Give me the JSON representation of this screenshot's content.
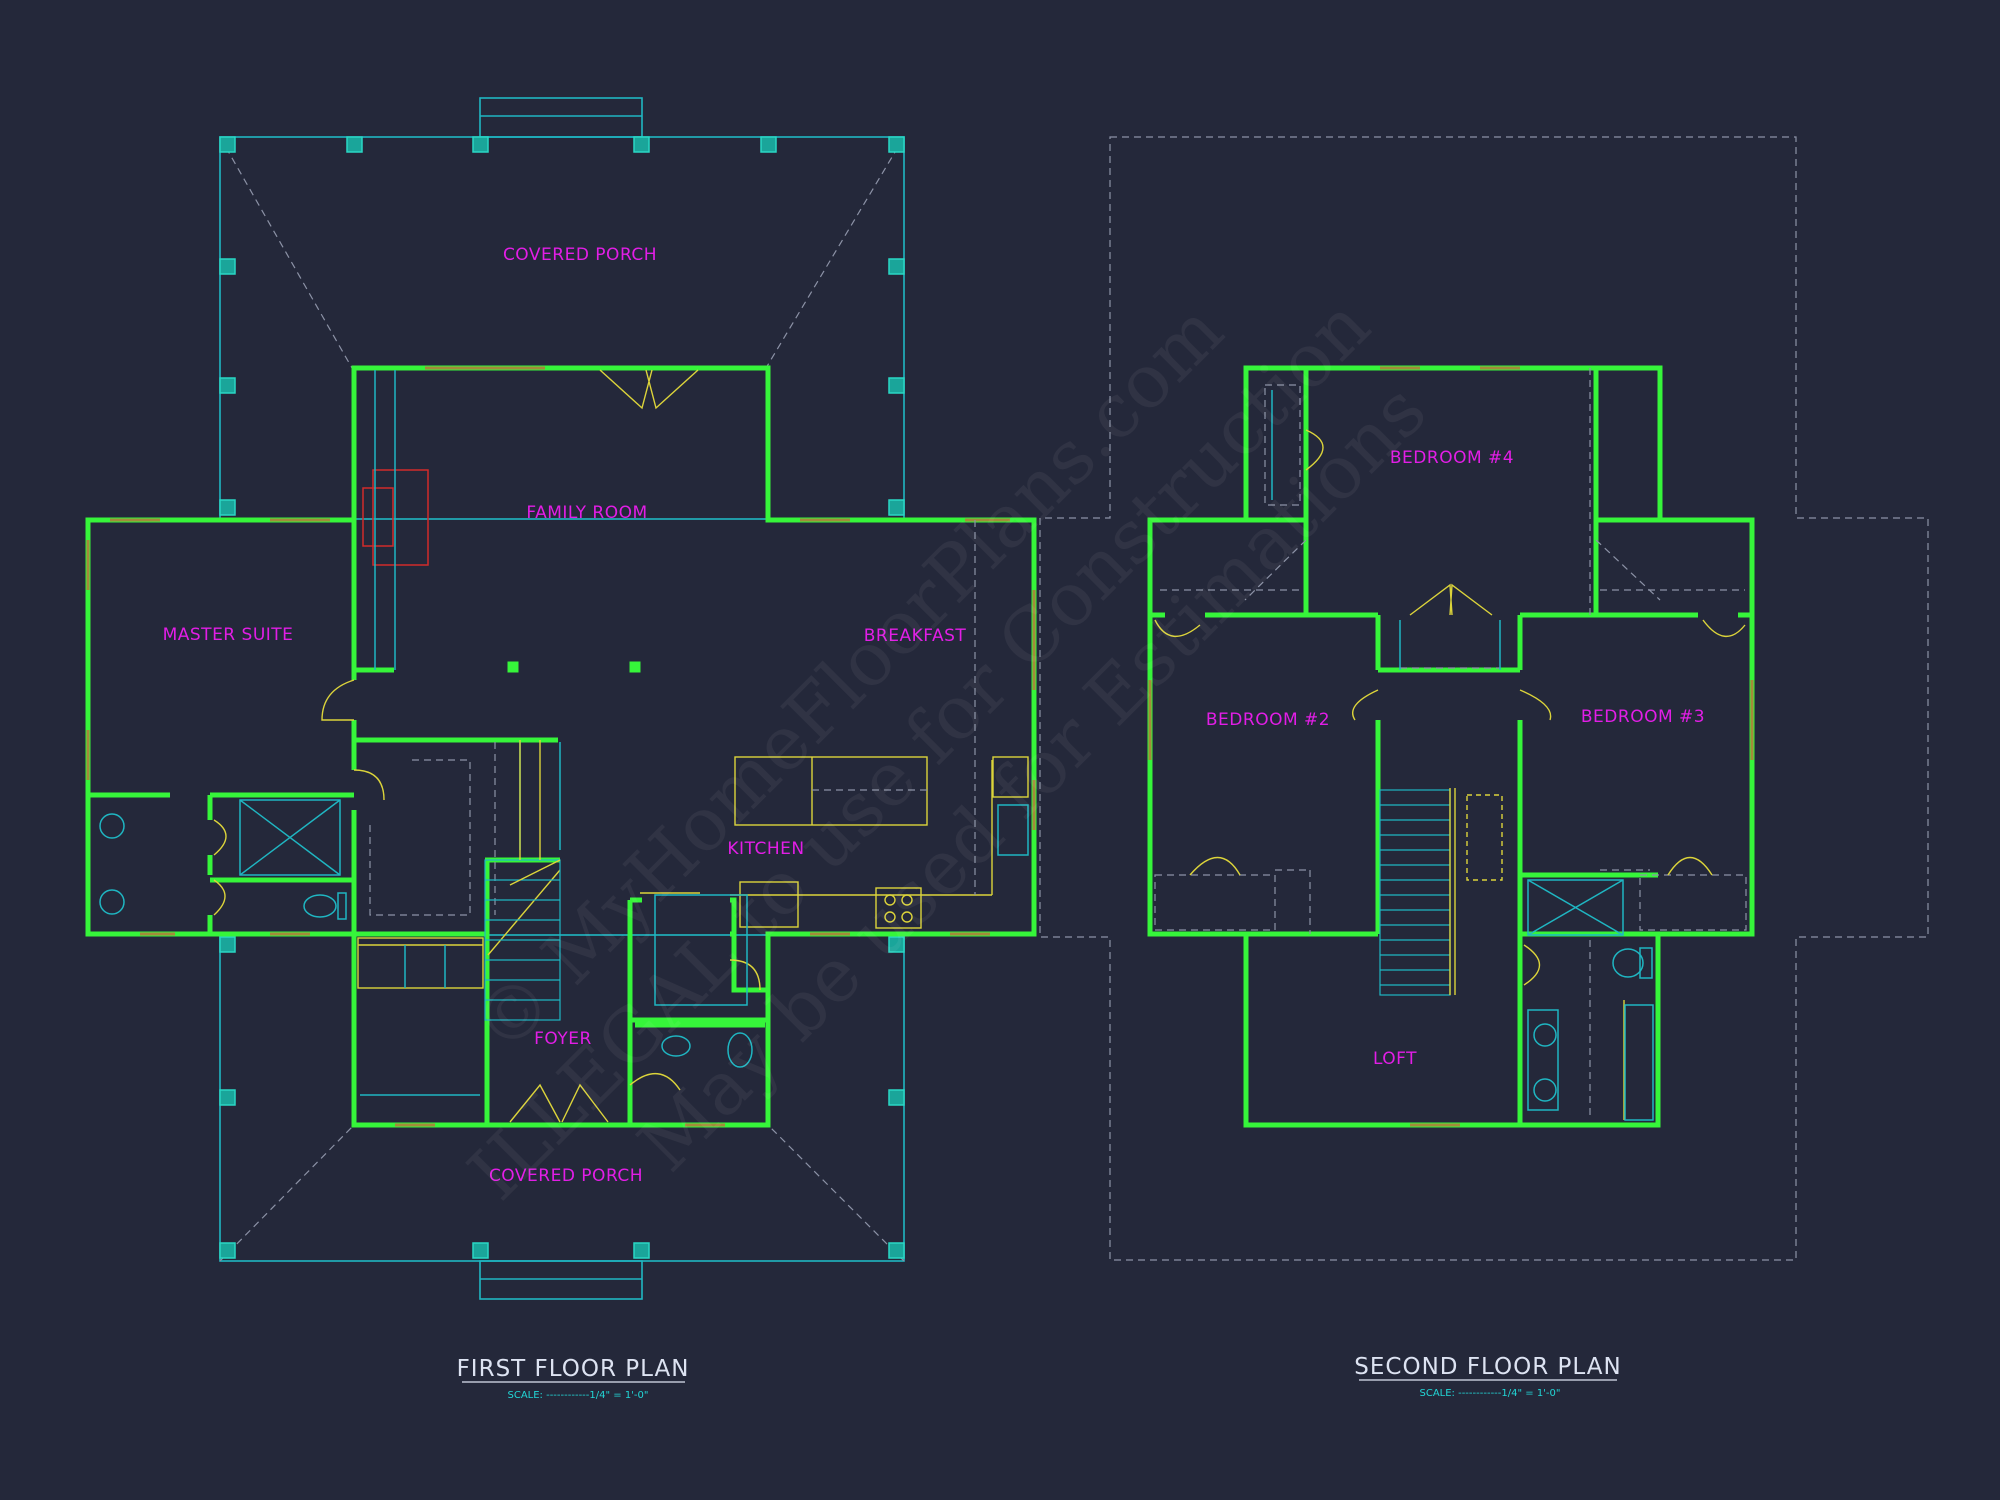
{
  "first_floor": {
    "title": "FIRST FLOOR PLAN",
    "scale": "SCALE: ------------1/4\" = 1'-0\"",
    "rooms": {
      "covered_porch_rear": "COVERED PORCH",
      "family_room": "FAMILY ROOM",
      "master_suite": "MASTER SUITE",
      "breakfast": "BREAKFAST",
      "kitchen": "KITCHEN",
      "foyer": "FOYER",
      "covered_porch_front": "COVERED PORCH"
    }
  },
  "second_floor": {
    "title": "SECOND FLOOR PLAN",
    "scale": "SCALE: ------------1/4\" = 1'-0\"",
    "rooms": {
      "bedroom_4": "BEDROOM #4",
      "bedroom_2": "BEDROOM #2",
      "bedroom_3": "BEDROOM #3",
      "loft": "LOFT"
    }
  },
  "watermark": {
    "line1": "© MyHomeFloorPlans.com",
    "line2": "ILLEGAL to use for Construction",
    "line3": "May be used for Estimations"
  },
  "colors": {
    "background": "#24283a",
    "walls": "#36f53a",
    "labels": "#e21ee6",
    "porch": "#1fb6c2",
    "doors": "#dcd43a"
  }
}
